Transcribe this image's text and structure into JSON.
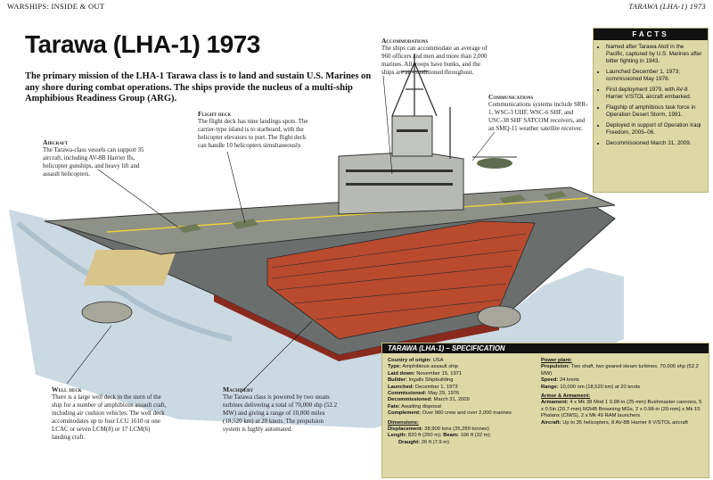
{
  "header": {
    "left": "WARSHIPS: INSIDE & OUT",
    "right": "TARAWA (LHA-1) 1973"
  },
  "title": "Tarawa (LHA-1) 1973",
  "intro": "The primary mission of the LHA-1 Tarawa class is to land and sustain U.S. Marines on any shore during combat operations. The ships provide the nucleus of a multi-ship Amphibious Readiness Group (ARG).",
  "callouts": {
    "aircraft": {
      "heading": "Aircraft",
      "text": "The Tarawa-class vessels can support 35 aircraft, including AV-8B Harrier IIs, helicopter gunships, and heavy lift and assault helicopters."
    },
    "flight_deck": {
      "heading": "Flight deck",
      "text": "The flight deck has nine landings spots. The carrier-type island is to starboard, with the helicopter elevators to port. The flight deck can handle 10 helicopters simultaneously."
    },
    "accommodations": {
      "heading": "Accommodations",
      "text": "The ships can accommodate an average of 960 officers and men and more than 2,000 marines. All troops have bunks, and the ships are air-conditioned throughout."
    },
    "communications": {
      "heading": "Communications",
      "text": "Communications systems include SRR-1, WSC-3 UHF, WSC-6 SHF, and USC-38 SHF SATCOM receivers, and an SMQ-11 weather satellite receiver."
    },
    "well_deck": {
      "heading": "Well deck",
      "text": "There is a large well deck in the stern of the ship for a number of amphibious assault craft, including air cushion vehicles. The well deck accommodates up to four LCU 1610 or one LCAC or seven LCM(8) or 17 LCM(6) landing craft."
    },
    "machinery": {
      "heading": "Machinery",
      "text": "The Tarawa class is powered by two steam turbines delivering a total of 70,000 shp (52.2 MW) and giving a range of 10,000 miles (18,520 km) at 20 knots. The propulsion system is highly automated."
    }
  },
  "facts": {
    "heading": "FACTS",
    "items": [
      "Named after Tarawa Atoll in the Pacific, captured by U.S. Marines after bitter fighting in 1943.",
      "Launched December 1, 1973; commissioned May 1976.",
      "First deployment 1979, with AV-8 Harrier V/STOL aircraft embarked.",
      "Flagship of amphibious task force in Operation Desert Storm, 1991.",
      "Deployed in support of Operation Iraqi Freedom, 2005–06.",
      "Decommissioned March 31, 2009."
    ]
  },
  "spec": {
    "heading": "TARAWA (LHA-1) – SPECIFICATION",
    "left": [
      {
        "k": "Country of origin:",
        "v": "USA"
      },
      {
        "k": "Type:",
        "v": "Amphibious assault ship"
      },
      {
        "k": "Laid down:",
        "v": "November 15, 1971"
      },
      {
        "k": "Builder:",
        "v": "Ingalls Shipbuilding"
      },
      {
        "k": "Launched:",
        "v": "December 1, 1973"
      },
      {
        "k": "Commissioned:",
        "v": "May 29, 1976"
      },
      {
        "k": "Decommissioned:",
        "v": "March 31, 2009"
      },
      {
        "k": "Fate:",
        "v": "Awaiting disposal"
      },
      {
        "k": "Complement:",
        "v": "Over 960 crew and over 2,000 marines"
      }
    ],
    "dimensions_heading": "Dimensions:",
    "dimensions": [
      {
        "k": "Displacement:",
        "v": "38,900 tons (35,289 tonnes)"
      },
      {
        "k": "Length:",
        "v": "820 ft (250 m);"
      },
      {
        "k": "Beam:",
        "v": "106 ft (32 m);"
      },
      {
        "k": "Draught:",
        "v": "26 ft (7.9 m)"
      }
    ],
    "power_heading": "Power plant:",
    "power": [
      {
        "k": "Propulsion:",
        "v": "Two shaft, two geared steam turbines, 70,000 shp (52.2 MW)"
      },
      {
        "k": "Speed:",
        "v": "24 knots"
      },
      {
        "k": "Range:",
        "v": "10,000 nm (18,520 km) at 20 knots"
      }
    ],
    "armor_heading": "Armor & Armament:",
    "armor": [
      {
        "k": "Armament:",
        "v": "4 x Mk 38 Mod 1 0.98-in (25-mm) Bushmaster cannons, 5 x 0.5in (20.7-mm) M2HB Browning MGs, 2 x 0.98-in (20-mm) x Mk 15 Phalanx (CIWS), 2 x Mk 49 RAM launchers"
      },
      {
        "k": "Aircraft:",
        "v": "Up to 35 helicopters, 8 AV-8B Harrier II V/STOL aircraft"
      }
    ]
  }
}
